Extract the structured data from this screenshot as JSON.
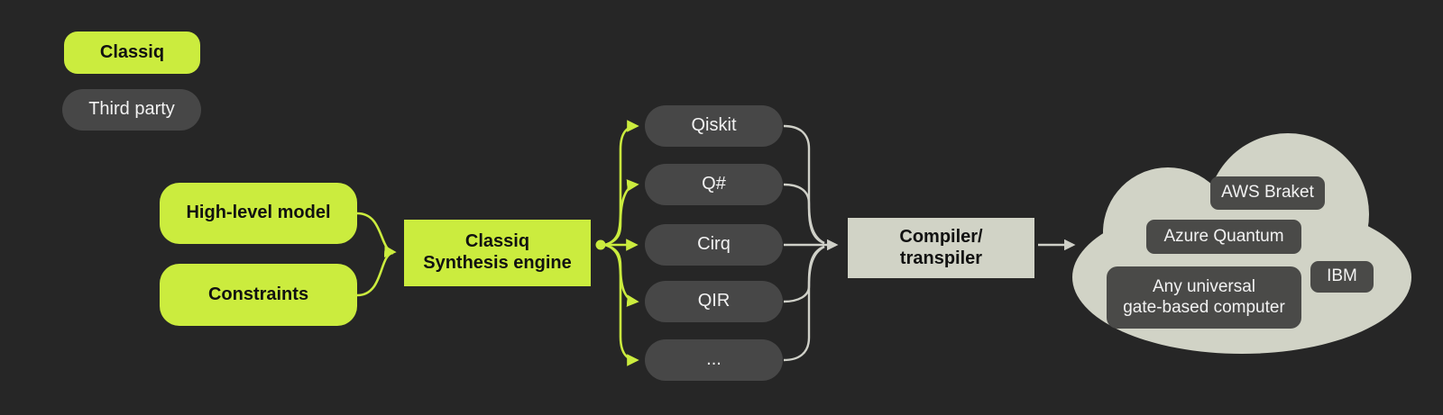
{
  "colors": {
    "background": "#262626",
    "classiq_green": "#cbec3e",
    "third_party_gray": "#474747",
    "cloud_neutral": "#d1d3c6",
    "connector_gray": "#cfd0c8",
    "text_dark": "#111111",
    "text_light": "#f2f2f2"
  },
  "legend": {
    "classiq_label": "Classiq",
    "third_party_label": "Third party"
  },
  "inputs": {
    "high_level_model": "High-level model",
    "constraints": "Constraints"
  },
  "engine": {
    "line1": "Classiq",
    "line2": "Synthesis engine"
  },
  "frameworks": [
    {
      "label": "Qiskit"
    },
    {
      "label": "Q#"
    },
    {
      "label": "Cirq"
    },
    {
      "label": "QIR"
    },
    {
      "label": "..."
    }
  ],
  "compiler": {
    "line1": "Compiler/",
    "line2": "transpiler"
  },
  "cloud": {
    "providers": [
      {
        "label": "AWS Braket"
      },
      {
        "label": "Azure Quantum"
      },
      {
        "label": "IBM"
      }
    ],
    "universal": {
      "line1": "Any universal",
      "line2": "gate-based computer"
    }
  }
}
